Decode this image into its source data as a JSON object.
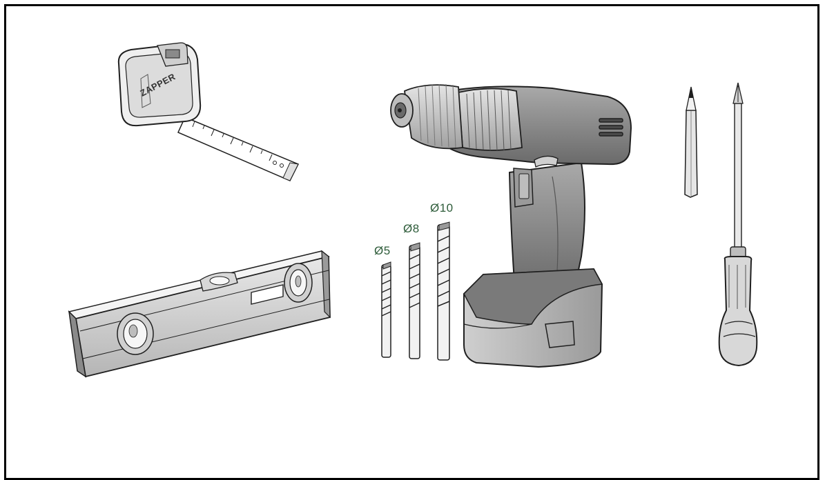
{
  "figure": {
    "tape_brand": "ZAPPER",
    "drill_bits": [
      {
        "label": "Ø5"
      },
      {
        "label": "Ø8"
      },
      {
        "label": "Ø10"
      }
    ]
  },
  "colors": {
    "outline": "#1f1f1f",
    "tool_gray": "#8a8a8a",
    "tool_dark": "#5f5f5f",
    "tool_light": "#d6d6d6",
    "label_green": "#2e5c3a"
  }
}
